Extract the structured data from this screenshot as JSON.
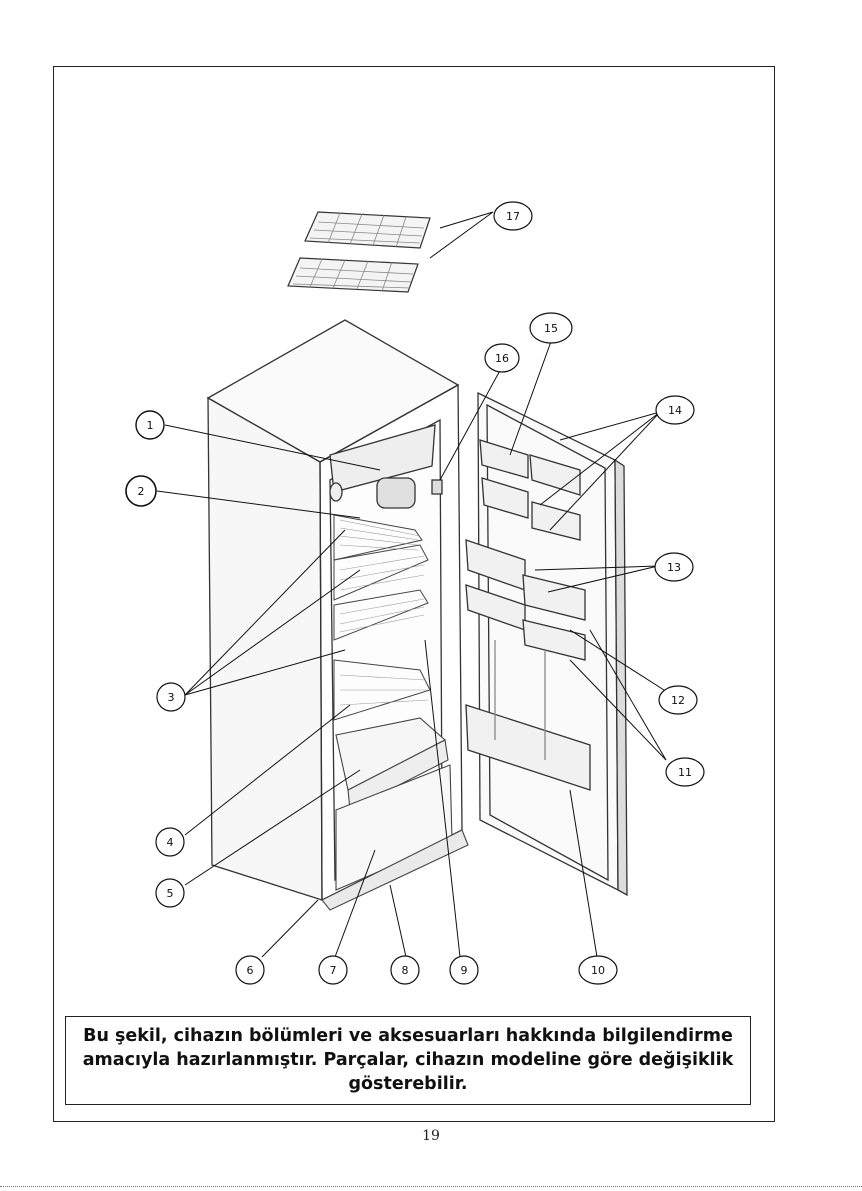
{
  "callouts": [
    "1",
    "2",
    "3",
    "4",
    "5",
    "6",
    "7",
    "8",
    "9",
    "10",
    "11",
    "12",
    "13",
    "14",
    "15",
    "16",
    "17"
  ],
  "caption": {
    "line1": "Bu şekil, cihazın bölümleri ve aksesuarları hakkında bilgilendirme",
    "line2": "amacıyla hazırlanmıştır. Parçalar, cihazın modeline göre değişiklik",
    "line3": "gösterebilir."
  },
  "page_number": "19"
}
